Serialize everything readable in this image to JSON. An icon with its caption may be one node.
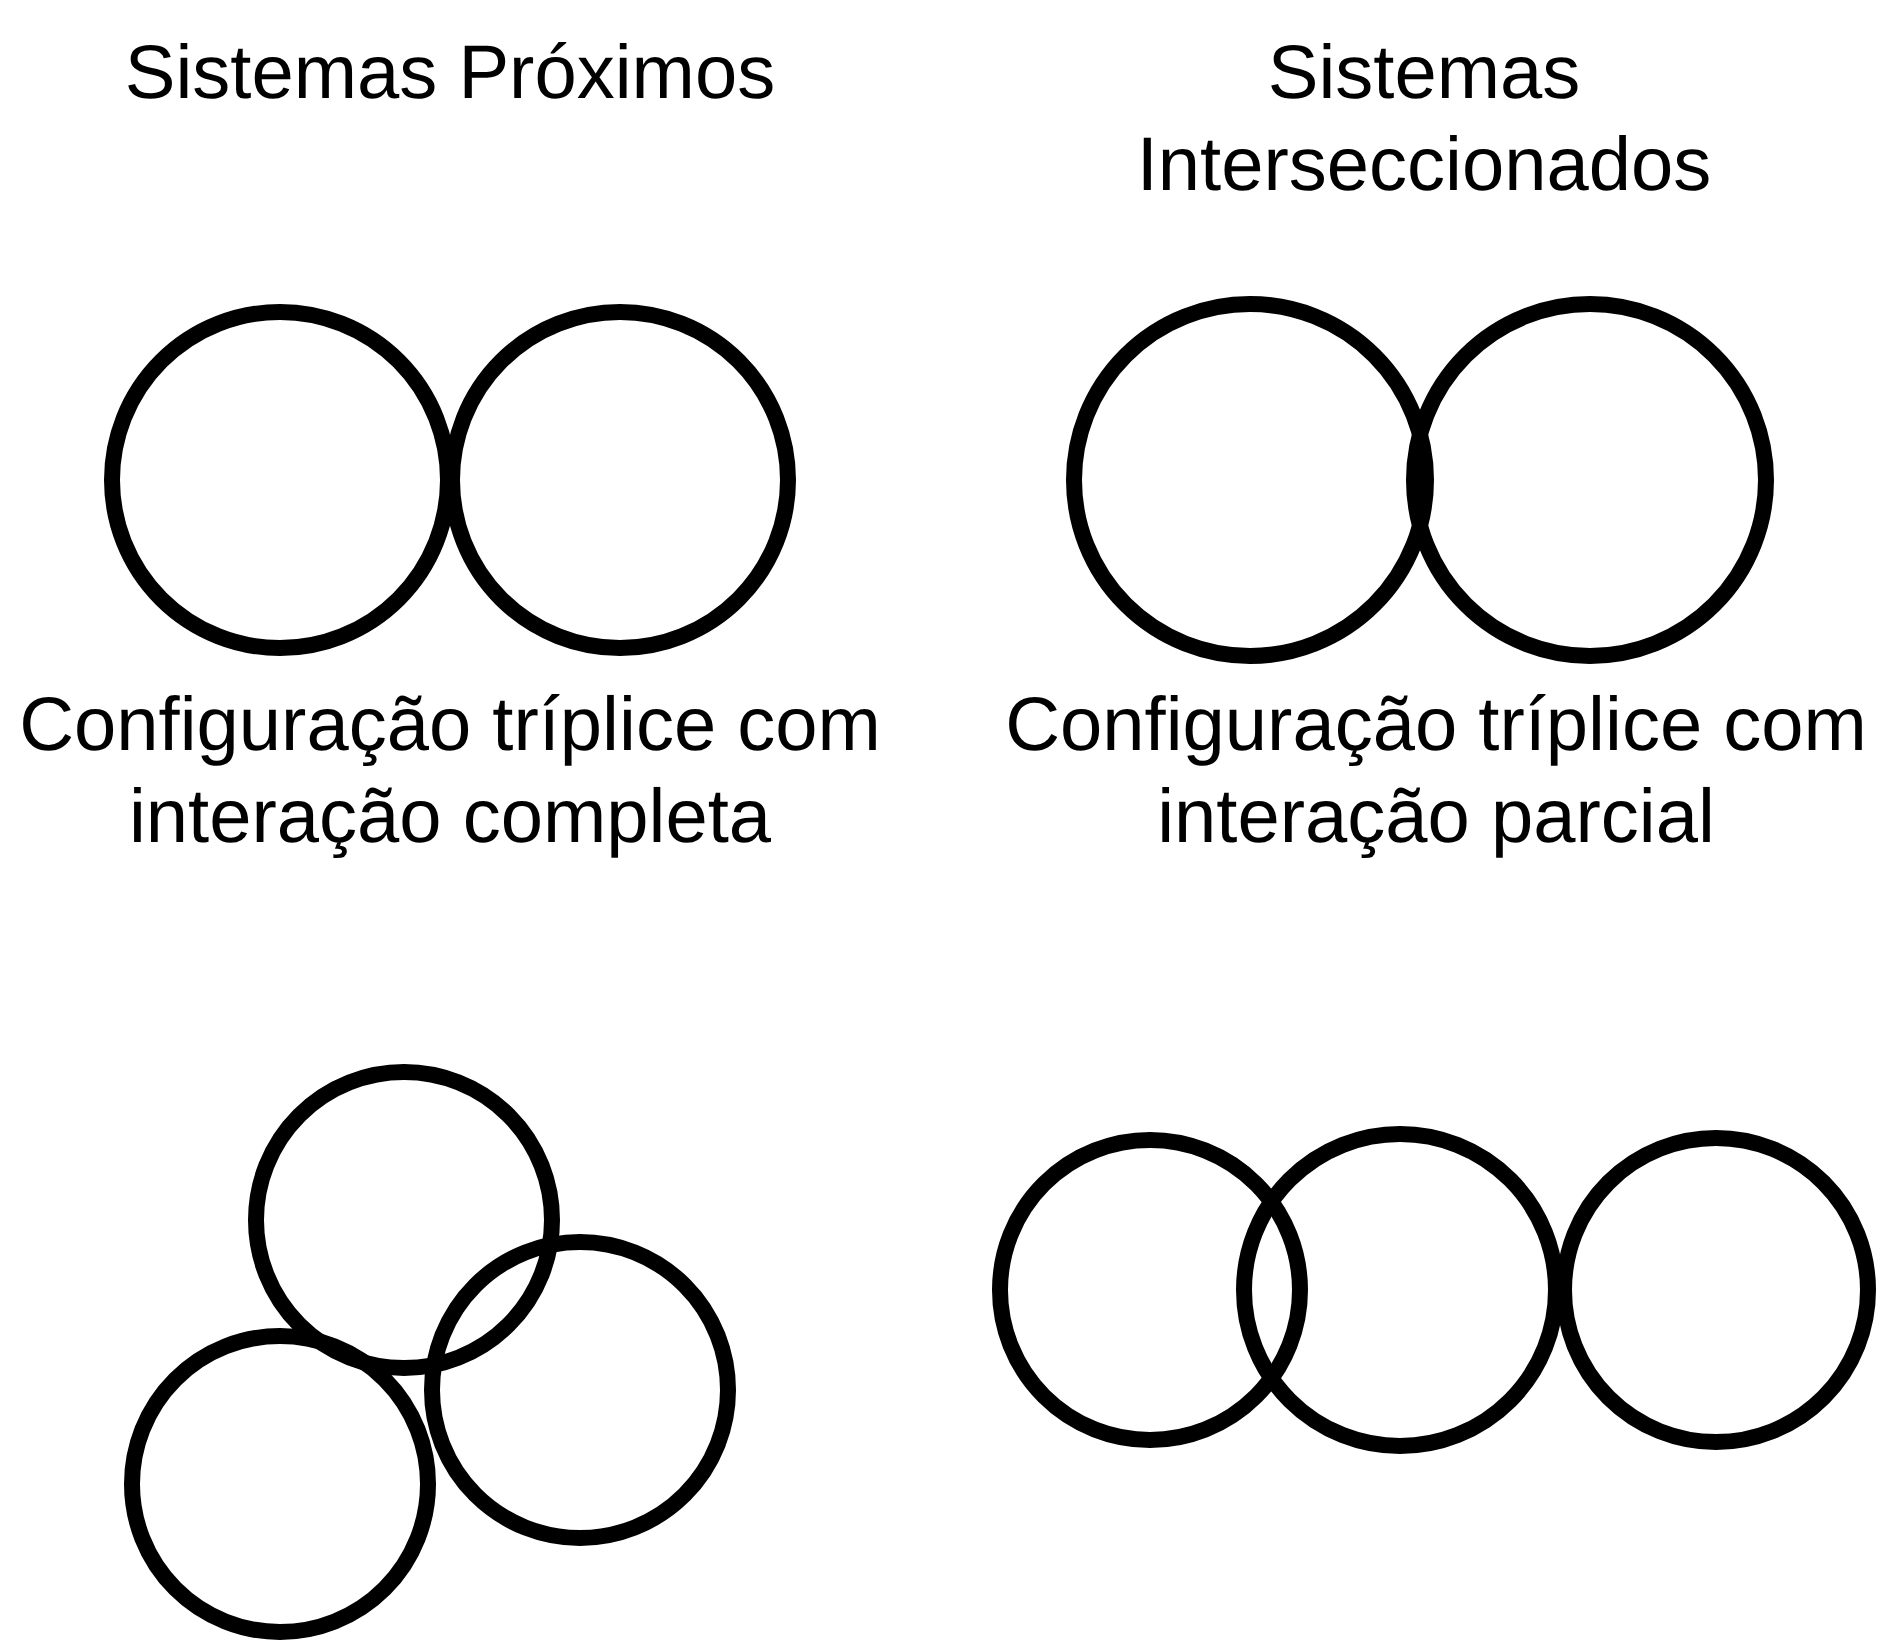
{
  "diagram": {
    "nodes": [
      {
        "text": [],
        "shape": "circle"
      },
      {
        "text": [],
        "shape": "circle"
      },
      {
        "text": [],
        "shape": "circle"
      },
      {
        "text": [],
        "shape": "circle"
      },
      {
        "text": [],
        "shape": "circle"
      },
      {
        "text": [],
        "shape": "circle"
      },
      {
        "text": [],
        "shape": "circle"
      },
      {
        "text": [],
        "shape": "circle"
      },
      {
        "text": [],
        "shape": "circle"
      },
      {
        "text": [],
        "shape": "circle"
      }
    ],
    "edges": [],
    "labels": [
      "Sistemas Próximos",
      "Sistemas Interseccionados",
      "Configuração tríplice com interação completa",
      "Configuração tríplice com interação parcial"
    ]
  }
}
